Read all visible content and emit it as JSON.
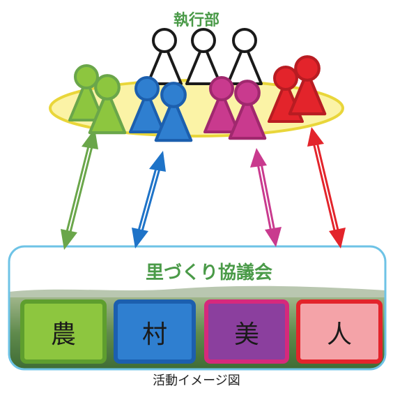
{
  "executive": {
    "label": "執行部"
  },
  "council": {
    "label": "里づくり協議会"
  },
  "boxes": [
    {
      "label": "農",
      "fill": "#8dc63f",
      "border": "#5e9e2e"
    },
    {
      "label": "村",
      "fill": "#2f7fd0",
      "border": "#1c5fae"
    },
    {
      "label": "美",
      "fill": "#8b3f9e",
      "border": "#d6297c"
    },
    {
      "label": "人",
      "fill": "#f4a3a8",
      "border": "#e3242b"
    }
  ],
  "caption": "活動イメージ図",
  "colors": {
    "green": "#8dc63f",
    "blue": "#2f7fd0",
    "magenta": "#c93a8e",
    "red": "#e3242b",
    "title_green": "#4a9a48",
    "ellipse_fill": "#fbf3a6",
    "ellipse_stroke": "#e9d63a",
    "panel_border": "#6ec3e6"
  }
}
